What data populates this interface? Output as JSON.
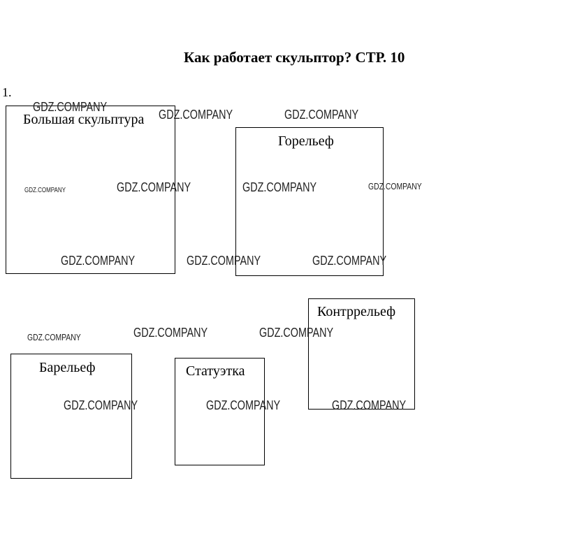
{
  "title": "Как работает скульптор? СТР. 10",
  "task_number": "1.",
  "boxes": [
    "Большая скульптура",
    "Горельеф",
    "Контррельеф",
    "Барельеф",
    "Статуэтка"
  ],
  "watermark": "GDZ.COMPANY"
}
